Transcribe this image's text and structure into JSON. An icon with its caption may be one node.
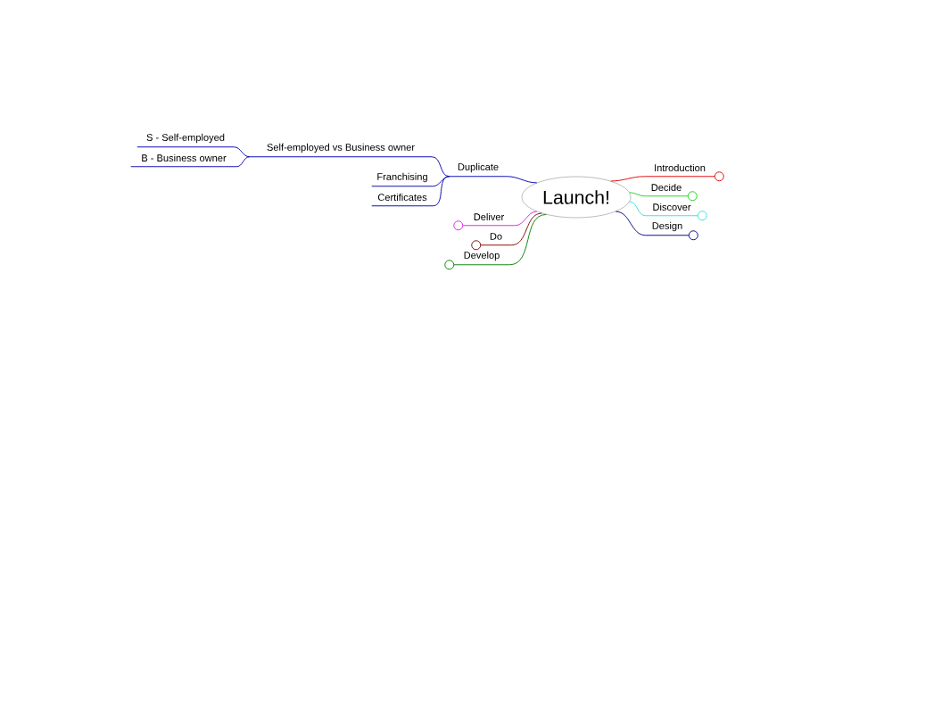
{
  "diagram": {
    "nodes": [
      {
        "text": [
          "Launch!"
        ]
      },
      {
        "text": [
          "Duplicate"
        ]
      },
      {
        "text": [
          "Self-employed vs Business owner"
        ]
      },
      {
        "text": [
          "S - Self-employed"
        ]
      },
      {
        "text": [
          "B - Business owner"
        ]
      },
      {
        "text": [
          "Franchising"
        ]
      },
      {
        "text": [
          "Certificates"
        ]
      },
      {
        "text": [
          "Deliver"
        ]
      },
      {
        "text": [
          "Do"
        ]
      },
      {
        "text": [
          "Develop"
        ]
      },
      {
        "text": [
          "Introduction"
        ]
      },
      {
        "text": [
          "Decide"
        ]
      },
      {
        "text": [
          "Discover"
        ]
      },
      {
        "text": [
          "Design"
        ]
      }
    ],
    "edges": [
      {
        "from": 0,
        "to": 1,
        "arrow": "none"
      },
      {
        "from": 1,
        "to": 2,
        "arrow": "none"
      },
      {
        "from": 2,
        "to": 3,
        "arrow": "none"
      },
      {
        "from": 2,
        "to": 4,
        "arrow": "none"
      },
      {
        "from": 1,
        "to": 5,
        "arrow": "none"
      },
      {
        "from": 1,
        "to": 6,
        "arrow": "none"
      },
      {
        "from": 0,
        "to": 7,
        "arrow": "none",
        "color": "#e020e0"
      },
      {
        "from": 0,
        "to": 8,
        "arrow": "none",
        "color": "#800000"
      },
      {
        "from": 0,
        "to": 9,
        "arrow": "none",
        "color": "#008000"
      },
      {
        "from": 0,
        "to": 10,
        "arrow": "none",
        "color": "#e00000"
      },
      {
        "from": 0,
        "to": 11,
        "arrow": "none",
        "color": "#20d020"
      },
      {
        "from": 0,
        "to": 12,
        "arrow": "none",
        "color": "#30e0e0"
      },
      {
        "from": 0,
        "to": 13,
        "arrow": "none",
        "color": "#000080"
      }
    ]
  }
}
